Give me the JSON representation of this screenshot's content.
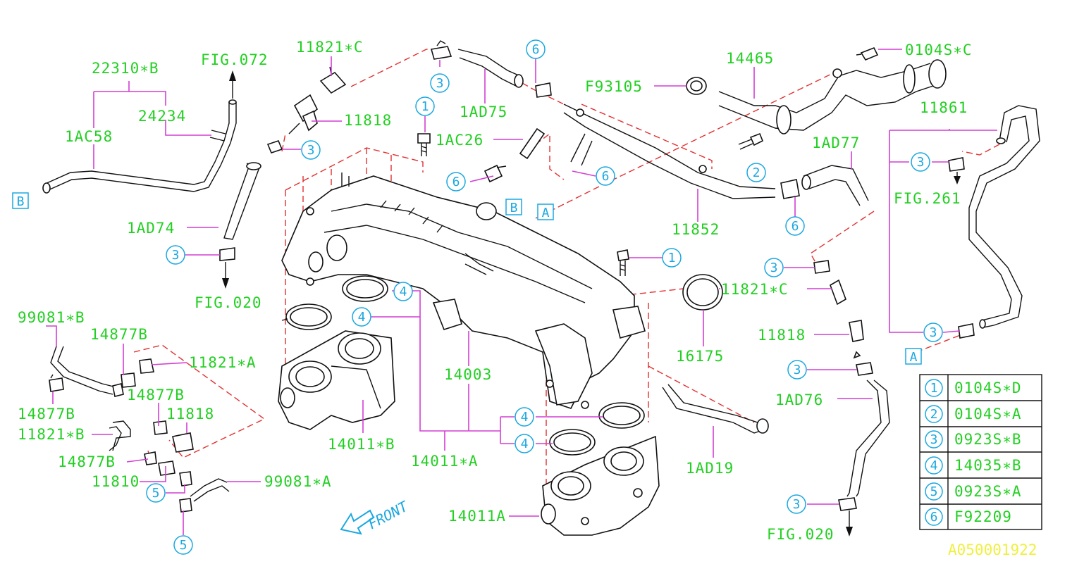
{
  "labels": {
    "l22310b": "22310∗B",
    "l24234": "24234",
    "l1ac58": "1AC58",
    "lfig072": "FIG.072",
    "l11821c_top": "11821∗C",
    "l11818_top": "11818",
    "l1ad74": "1AD74",
    "lfig020_left": "FIG.020",
    "l1ad75": "1AD75",
    "l1ac26": "1AC26",
    "lf93105": "F93105",
    "l14465": "14465",
    "l0104sc": "0104S∗C",
    "l11861": "11861",
    "l1ad77": "1AD77",
    "l11852": "11852",
    "lfig261": "FIG.261",
    "l11821c_right": "11821∗C",
    "l11818_right": "11818",
    "l16175": "16175",
    "l1ad76": "1AD76",
    "lfig020_right": "FIG.020",
    "l99081b": "99081∗B",
    "l14877b_a": "14877B",
    "l11821a": "11821∗A",
    "l14877b_b": "14877B",
    "l14877b_c": "14877B",
    "l11818_left": "11818",
    "l11821b": "11821∗B",
    "l14877b_d": "14877B",
    "l11810": "11810",
    "l99081a": "99081∗A",
    "l14003": "14003",
    "l14011b": "14011∗B",
    "l14011a_star": "14011∗A",
    "l1ad19": "1AD19",
    "l14011a": "14011A"
  },
  "refs": {
    "a": "A",
    "b": "B"
  },
  "callouts": {
    "one": "1",
    "two": "2",
    "three": "3",
    "four": "4",
    "five": "5",
    "six": "6"
  },
  "legend": [
    {
      "num": "1",
      "part": "0104S∗D"
    },
    {
      "num": "2",
      "part": "0104S∗A"
    },
    {
      "num": "3",
      "part": "0923S∗B"
    },
    {
      "num": "4",
      "part": "14035∗B"
    },
    {
      "num": "5",
      "part": "0923S∗A"
    },
    {
      "num": "6",
      "part": "F92209"
    }
  ],
  "front_label": "FRONT",
  "diagram_code": "A050001922",
  "colors": {
    "label": "#22d022",
    "leader": "#d23fd2",
    "dashed": "#e23030",
    "callout": "#1aa8e0",
    "code": "#f0f040"
  }
}
